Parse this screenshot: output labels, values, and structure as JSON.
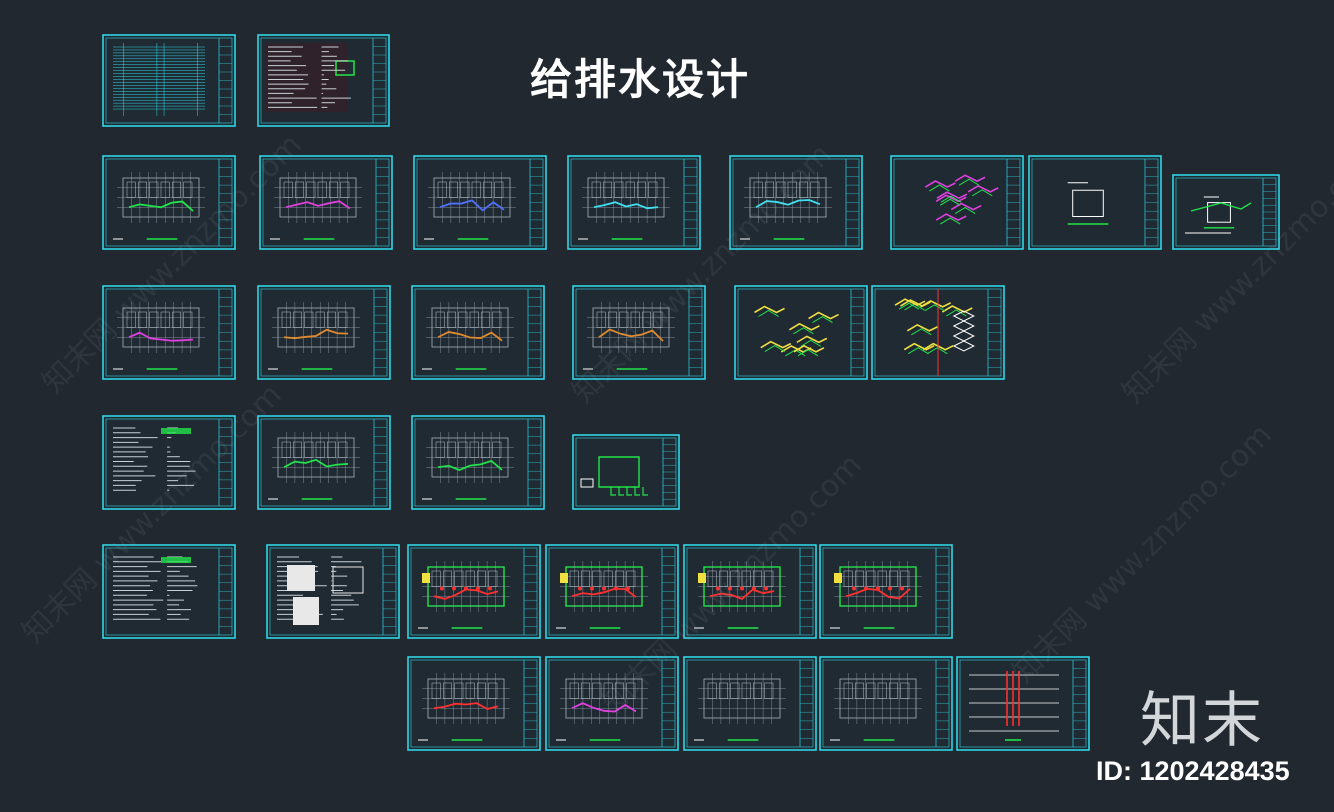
{
  "title": "给排水设计",
  "logo_text": "知末",
  "image_id": "ID: 1202428435",
  "watermark": "知末网 www.znzmo.com",
  "colors": {
    "background": "#212830",
    "frame": "#2fd6e6",
    "inner": "#1f2a33",
    "linework": "#9aa4ae",
    "pipe_green": "#22e44a",
    "pipe_magenta": "#e040e0",
    "pipe_red": "#ff3030",
    "pipe_orange": "#e08a30",
    "pipe_yellow": "#f0e040",
    "text": "#ffffff"
  },
  "sheets": [
    {
      "type": "index"
    },
    {
      "type": "notes-red"
    },
    {
      "type": "plan",
      "accent": "green"
    },
    {
      "type": "plan",
      "accent": "magenta"
    },
    {
      "type": "plan",
      "accent": "blue"
    },
    {
      "type": "plan",
      "accent": "cyan"
    },
    {
      "type": "plan",
      "accent": "cyan"
    },
    {
      "type": "iso",
      "accent": "magenta"
    },
    {
      "type": "detail"
    },
    {
      "type": "detail-small"
    },
    {
      "type": "plan",
      "accent": "magenta"
    },
    {
      "type": "plan",
      "accent": "orange"
    },
    {
      "type": "plan",
      "accent": "orange"
    },
    {
      "type": "plan",
      "accent": "orange"
    },
    {
      "type": "iso",
      "accent": "yellow"
    },
    {
      "type": "iso-split",
      "accent": "yellow"
    },
    {
      "type": "notes"
    },
    {
      "type": "plan",
      "accent": "green"
    },
    {
      "type": "plan",
      "accent": "green"
    },
    {
      "type": "system"
    },
    {
      "type": "notes"
    },
    {
      "type": "tables"
    },
    {
      "type": "fire",
      "accent": "red"
    },
    {
      "type": "fire",
      "accent": "red"
    },
    {
      "type": "fire",
      "accent": "red"
    },
    {
      "type": "fire",
      "accent": "red"
    },
    {
      "type": "plan",
      "accent": "red"
    },
    {
      "type": "plan",
      "accent": "magenta"
    },
    {
      "type": "plan",
      "accent": "none"
    },
    {
      "type": "plan",
      "accent": "none"
    },
    {
      "type": "riser",
      "accent": "red"
    }
  ]
}
